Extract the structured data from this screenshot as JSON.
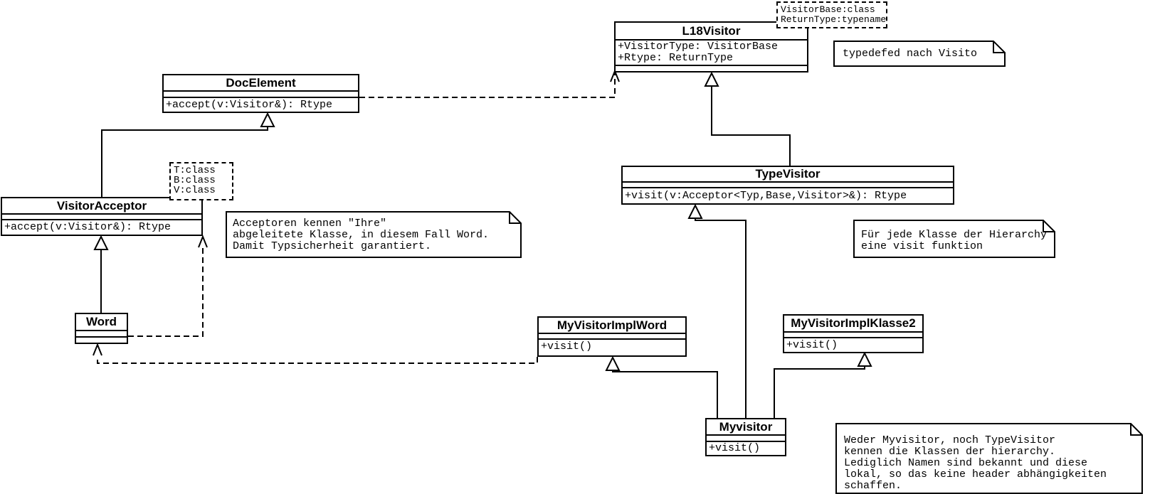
{
  "diagram": {
    "title": "Visitor pattern class diagram",
    "colors": {
      "line": "#000000",
      "background": "#ffffff",
      "box_fill": "#ffffff"
    },
    "classes": {
      "l18visitor": {
        "name": "L18Visitor",
        "attributes": [
          "+VisitorType: VisitorBase",
          "+Rtype: ReturnType"
        ],
        "operations": []
      },
      "docelement": {
        "name": "DocElement",
        "attributes": [],
        "operations": [
          "+accept(v:Visitor&): Rtype"
        ]
      },
      "visitoracceptor": {
        "name": "VisitorAcceptor",
        "attributes": [],
        "operations": [
          "+accept(v:Visitor&): Rtype"
        ]
      },
      "word": {
        "name": "Word",
        "attributes": [],
        "operations": []
      },
      "typevisitor": {
        "name": "TypeVisitor",
        "attributes": [],
        "operations": [
          "+visit(v:Acceptor<Typ,Base,Visitor>&): Rtype"
        ]
      },
      "myvisitorimplword": {
        "name": "MyVisitorImplWord",
        "attributes": [],
        "operations": [
          "+visit()"
        ]
      },
      "myvisitorimplklasse2": {
        "name": "MyVisitorImplKlasse2",
        "attributes": [],
        "operations": [
          "+visit()"
        ]
      },
      "myvisitor": {
        "name": "Myvisitor",
        "attributes": [],
        "operations": [
          "+visit()"
        ]
      }
    },
    "template_params": {
      "l18visitor": "VisitorBase:class\nReturnType:typename",
      "visitoracceptor": "T:class\nB:class\nV:class"
    },
    "notes": {
      "typedef_note": "typedefed nach Visito",
      "acceptor_note": "Acceptoren kennen \"Ihre\"\nabgeleitete Klasse, in diesem Fall Word.\nDamit Typsicherheit garantiert.",
      "visit_note": "Für jede Klasse der Hierarchy\neine visit funktion",
      "decoupling_note": "Weder Myvisitor, noch TypeVisitor\nkennen die Klassen der hierarchy.\nLediglich Namen sind bekannt und diese\nlokal, so das keine header abhängigkeiten\nschaffen."
    }
  }
}
